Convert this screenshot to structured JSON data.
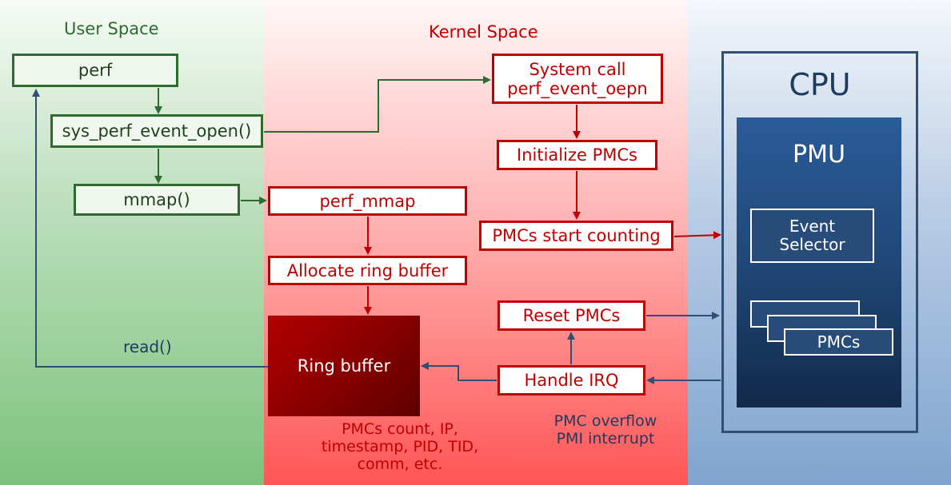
{
  "regions": {
    "user_space": "User Space",
    "kernel_space": "Kernel Space"
  },
  "user_boxes": {
    "perf": "perf",
    "sys_perf_event_open": "sys_perf_event_open()",
    "mmap": "mmap()"
  },
  "kernel_boxes": {
    "system_call_line1": "System call",
    "system_call_line2": "perf_event_oepn",
    "initialize_pmcs": "Initialize PMCs",
    "pmcs_start_counting": "PMCs start counting",
    "perf_mmap": "perf_mmap",
    "allocate_ring_buffer": "Allocate ring buffer",
    "reset_pmcs": "Reset PMCs",
    "handle_irq": "Handle IRQ",
    "ring_buffer": "Ring buffer"
  },
  "cpu": {
    "title": "CPU",
    "pmu_title": "PMU",
    "event_selector_line1": "Event",
    "event_selector_line2": "Selector",
    "pmcs": "PMCs"
  },
  "notes": {
    "read": "read()",
    "ringbuffer_line1": "PMCs count, IP,",
    "ringbuffer_line2": "timestamp, PID, TID,",
    "ringbuffer_line3": "comm, etc.",
    "overflow_line1": "PMC overflow",
    "overflow_line2": "PMI interrupt"
  },
  "colors": {
    "user_green": "#2f6b2f",
    "kernel_red": "#c00000",
    "cpu_blue": "#1e3a5f",
    "arrow_blue": "#2f4f74"
  }
}
